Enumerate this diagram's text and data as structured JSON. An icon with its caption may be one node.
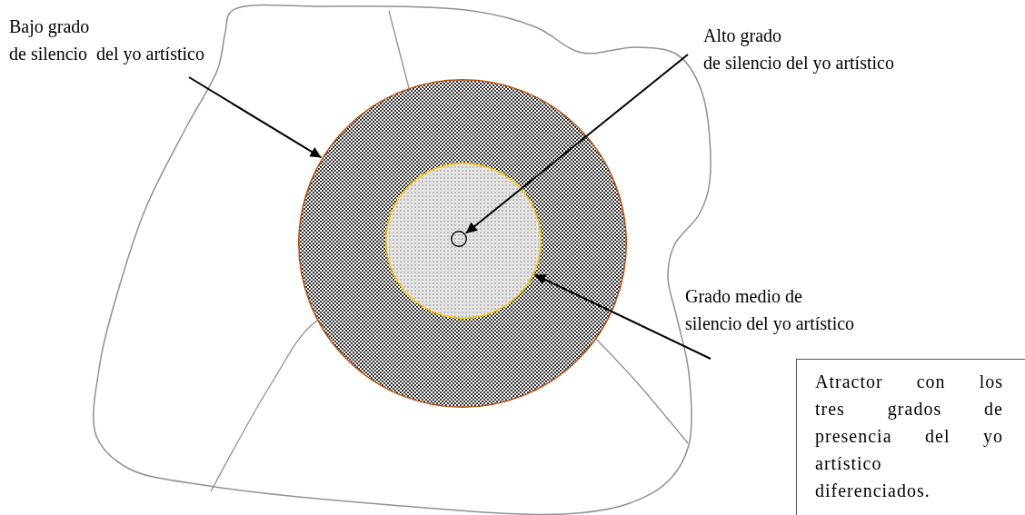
{
  "diagram": {
    "nodes": [
      {
        "text": [
          "Bajo grado de silencio  del yo artístico"
        ]
      },
      {
        "text": [
          "Alto grado de silencio del yo artístico"
        ]
      },
      {
        "text": [
          "Grado medio de silencio del yo artístico"
        ]
      },
      {
        "text": [
          "Atractor con los tres grados de presencia del yo artístico diferenciados."
        ]
      },
      {
        "text": [],
        "shape": "circle"
      },
      {
        "text": [],
        "shape": "circle",
        "in": 4
      },
      {
        "text": [],
        "shape": "circle",
        "in": 5
      }
    ],
    "edges": [
      {
        "from": 0,
        "to": 4,
        "arrow": "to"
      },
      {
        "from": 1,
        "to": 6,
        "arrow": "to"
      },
      {
        "from": 2,
        "to": 5,
        "arrow": "to"
      }
    ]
  }
}
